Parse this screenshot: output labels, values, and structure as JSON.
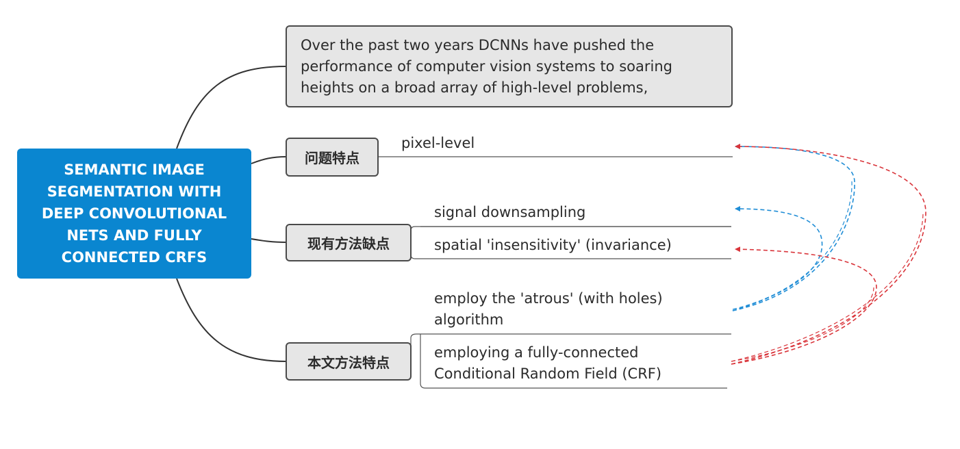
{
  "root": {
    "title": "SEMANTIC IMAGE\nSEGMENTATION WITH\nDEEP CONVOLUTIONAL\nNETS AND FULLY\nCONNECTED CRFS",
    "color": "#0a86d0"
  },
  "intro": {
    "text": "Over the past two years DCNNs have pushed the\nperformance of computer vision systems to soaring\nheights on a broad array of high-level problems,"
  },
  "branches": [
    {
      "label": "问题特点",
      "leaves": [
        "pixel-level"
      ]
    },
    {
      "label": "现有方法缺点",
      "leaves": [
        "signal downsampling",
        "spatial 'insensitivity' (invariance)"
      ]
    },
    {
      "label": "本文方法特点",
      "leaves": [
        "employ the 'atrous' (with holes)\nalgorithm",
        "employing a fully-connected\nConditional Random Field (CRF)"
      ]
    }
  ],
  "relationship_colors": {
    "blue": "#1f8dd6",
    "red": "#d9343a",
    "connector": "#333333"
  }
}
